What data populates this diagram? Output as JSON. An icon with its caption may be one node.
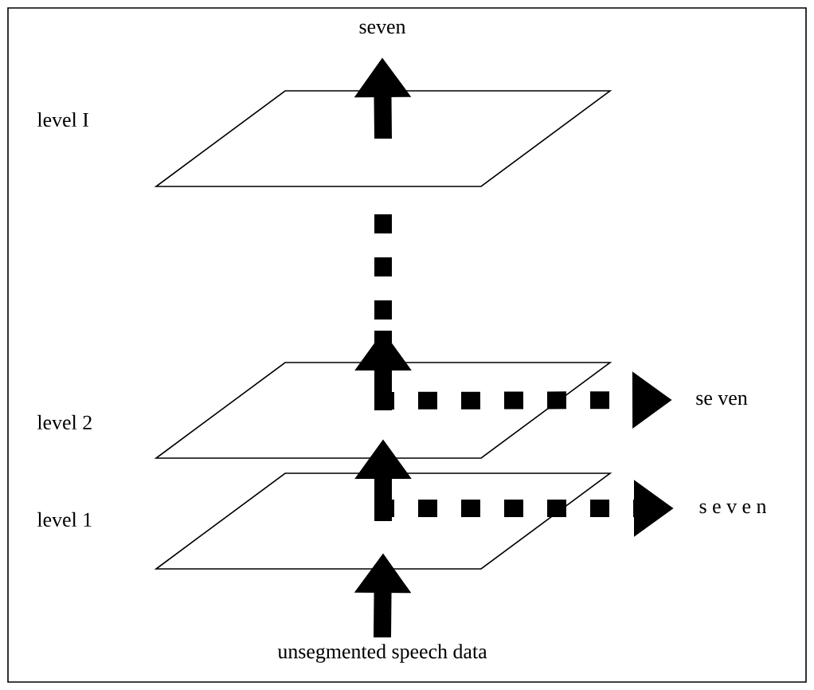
{
  "diagram": {
    "nodes": [
      {
        "text": [
          "seven"
        ]
      },
      {
        "text": [],
        "shape": "parallelogram",
        "beside": [
          "level I"
        ]
      },
      {
        "text": [],
        "shape": "parallelogram",
        "beside": [
          "level 2"
        ]
      },
      {
        "text": [
          "se ven"
        ]
      },
      {
        "text": [],
        "shape": "parallelogram",
        "beside": [
          "level 1"
        ]
      },
      {
        "text": [
          "s e v e n"
        ]
      },
      {
        "text": [
          "unsegmented speech data"
        ]
      }
    ],
    "edges": [
      {
        "from": 6,
        "to": 4,
        "arrow": "to"
      },
      {
        "from": 4,
        "to": 2,
        "arrow": "to"
      },
      {
        "from": 2,
        "to": 1,
        "arrow": "to",
        "style": "dashed"
      },
      {
        "from": 1,
        "to": 0,
        "arrow": "to"
      },
      {
        "from": 2,
        "to": 3,
        "arrow": "to",
        "style": "dashed"
      },
      {
        "from": 4,
        "to": 5,
        "arrow": "to",
        "style": "dashed"
      }
    ]
  }
}
